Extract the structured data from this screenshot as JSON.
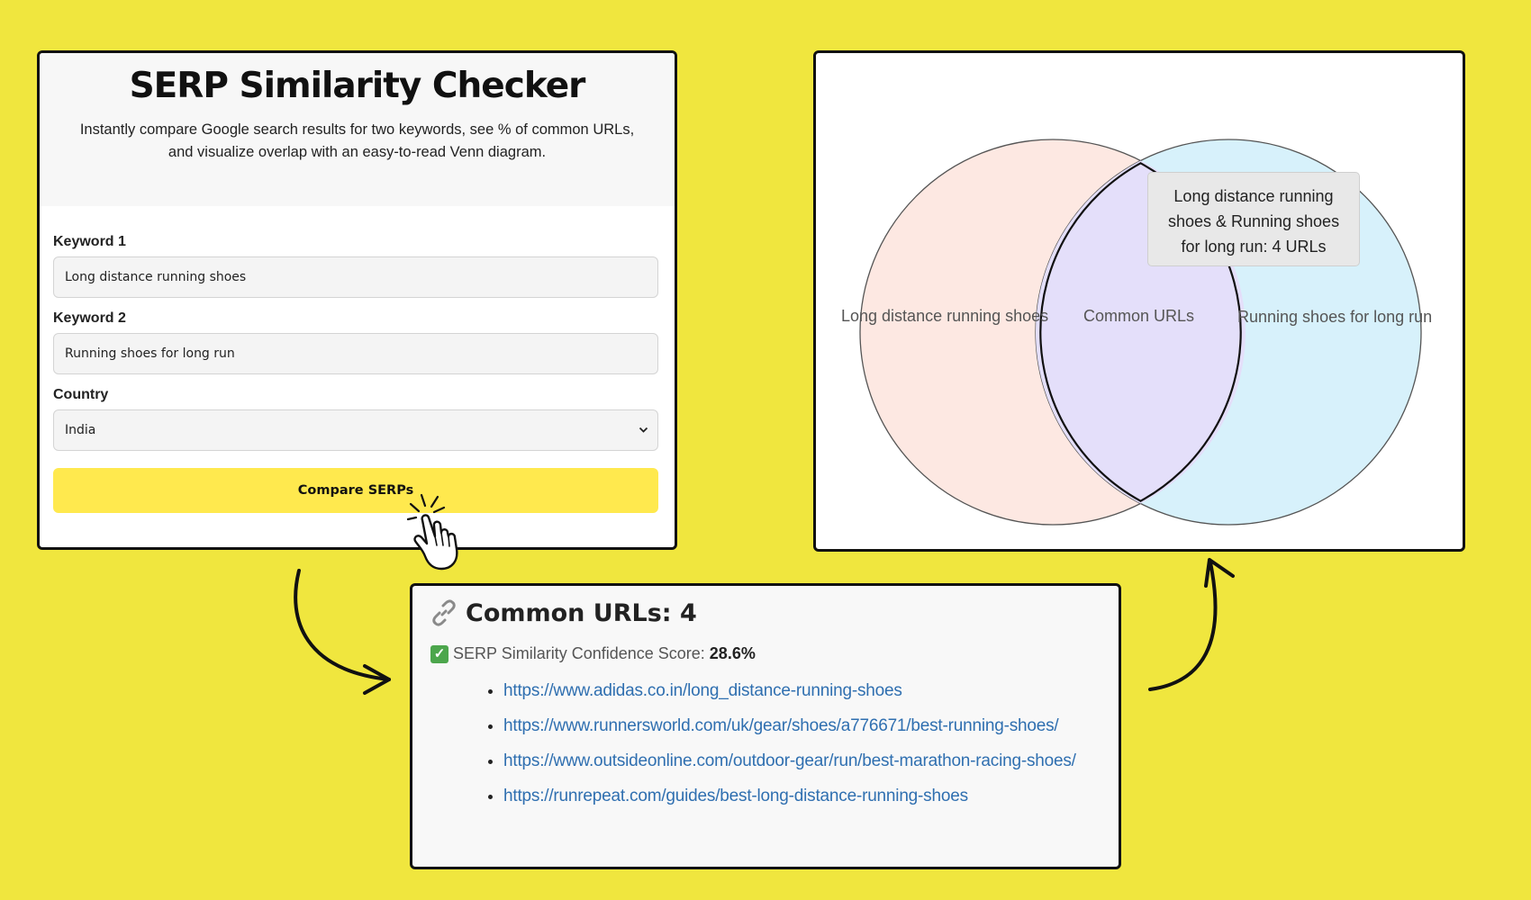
{
  "form": {
    "title": "SERP Similarity Checker",
    "description": "Instantly compare Google search results for two keywords, see % of common URLs, and visualize overlap with an easy-to-read Venn diagram.",
    "keyword1_label": "Keyword 1",
    "keyword1_value": "Long distance running shoes",
    "keyword2_label": "Keyword 2",
    "keyword2_value": "Running shoes for long run",
    "country_label": "Country",
    "country_value": "India",
    "compare_button": "Compare SERPs"
  },
  "venn": {
    "left_label": "Long distance running shoes",
    "center_label": "Common URLs",
    "right_label": "Running shoes for long run",
    "tooltip": "Long distance running shoes & Running shoes for long run: 4 URLs",
    "colors": {
      "left": "#fde8e2",
      "right": "#d7f1fb",
      "overlap": "#e4dffa"
    }
  },
  "results": {
    "title": "Common URLs: 4",
    "score_label": "SERP Similarity Confidence Score:",
    "score_value": "28.6%",
    "urls": [
      "https://www.adidas.co.in/long_distance-running-shoes",
      "https://www.runnersworld.com/uk/gear/shoes/a776671/best-running-shoes/",
      "https://www.outsideonline.com/outdoor-gear/run/best-marathon-racing-shoes/",
      "https://runrepeat.com/guides/best-long-distance-running-shoes"
    ]
  },
  "colors": {
    "background": "#f0e63e",
    "button": "#ffe94e",
    "link": "#2f6fb0"
  },
  "icons": {
    "cursor": "hand-pointer-icon",
    "link": "link-icon",
    "check": "check-box-icon"
  }
}
